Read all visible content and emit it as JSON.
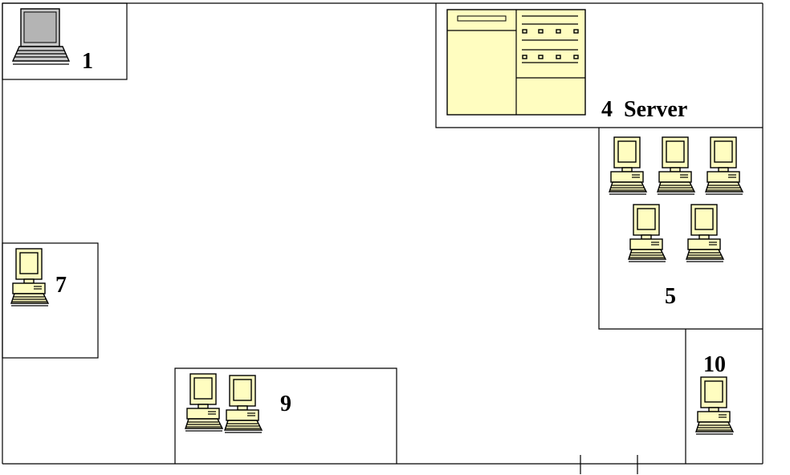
{
  "colors": {
    "line": "#000000",
    "device_fill": "#fffdc0",
    "laptop_fill": "#c8c8c8",
    "background": "#ffffff"
  },
  "zones": {
    "zone1": {
      "label": "1",
      "icon": "laptop-icon"
    },
    "zone4": {
      "label": "4  Server",
      "icon": "server-rack-icon"
    },
    "zone5": {
      "label": "5",
      "icon": "desktop-computer-icon",
      "device_count": 5
    },
    "zone7": {
      "label": "7",
      "icon": "desktop-computer-icon",
      "device_count": 1
    },
    "zone9": {
      "label": "9",
      "icon": "desktop-computer-icon",
      "device_count": 2
    },
    "zone10": {
      "label": "10",
      "icon": "desktop-computer-icon",
      "device_count": 1
    }
  }
}
